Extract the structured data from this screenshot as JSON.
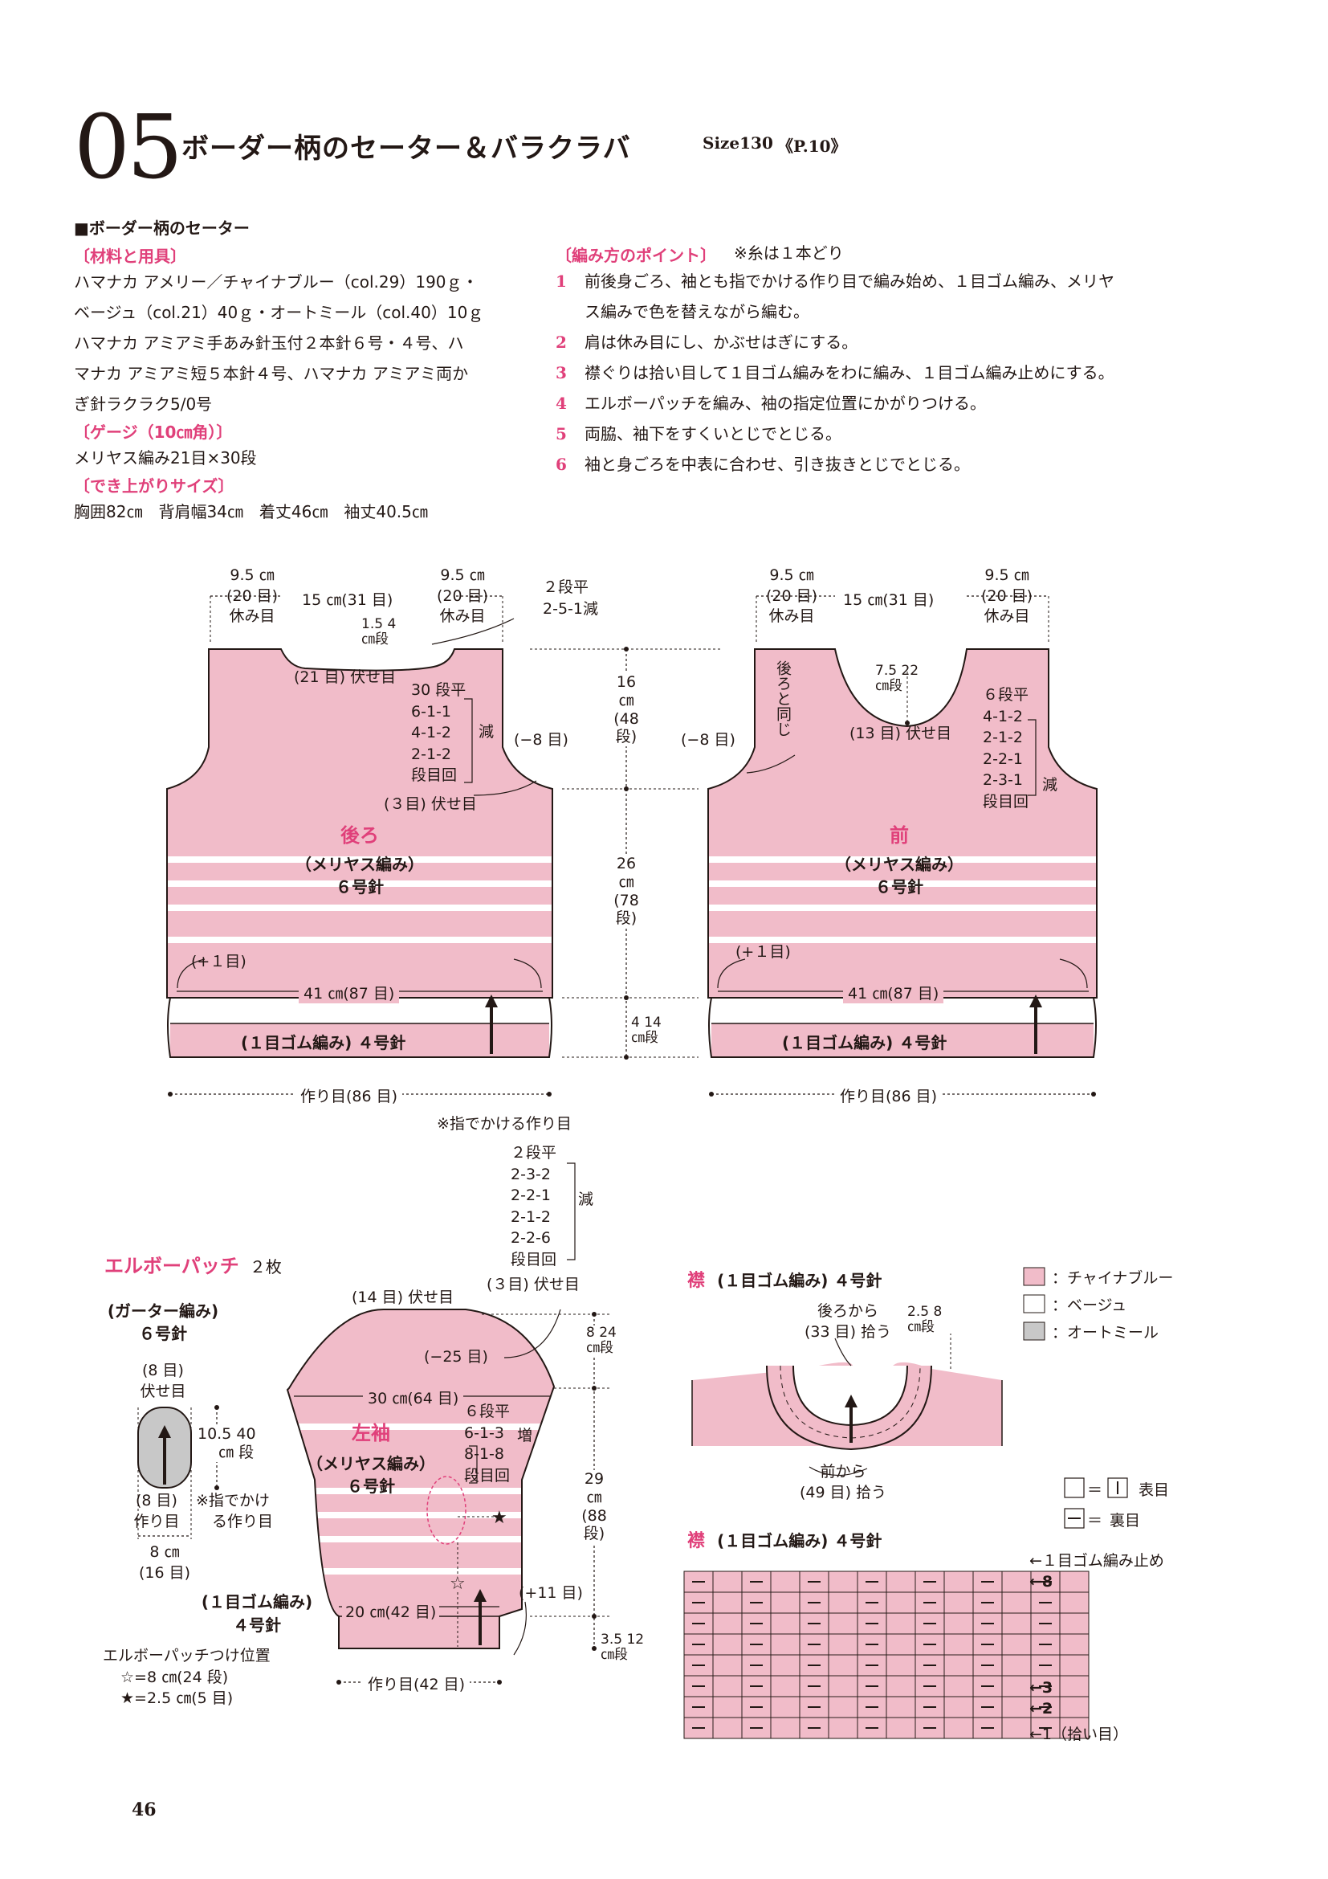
{
  "header": {
    "number": "05",
    "title": "ボーダー柄のセーター＆バラクラバ",
    "size": "Size130",
    "page_ref": "《P.10》"
  },
  "left_col": {
    "heading": "■ボーダー柄のセーター",
    "materials_heading": "〔材料と用具〕",
    "materials": [
      "ハマナカ アメリー／チャイナブルー（col.29）190ｇ・",
      "ベージュ（col.21）40ｇ・オートミール（col.40）10ｇ",
      "ハマナカ アミアミ手あみ針玉付２本針６号・４号、ハ",
      "マナカ アミアミ短５本針４号、ハマナカ アミアミ両か",
      "ぎ針ラクラク5/0号"
    ],
    "gauge_heading": "〔ゲージ（10㎝角）〕",
    "gauge": "メリヤス編み21目×30段",
    "finished_heading": "〔でき上がりサイズ〕",
    "finished": "胸囲82㎝　背肩幅34㎝　着丈46㎝　袖丈40.5㎝"
  },
  "right_col": {
    "heading": "〔編み方のポイント〕",
    "note": "※糸は１本どり",
    "steps": [
      {
        "n": "1",
        "text": "前後身ごろ、袖とも指でかける作り目で編み始め、１目ゴム編み、メリヤ"
      },
      {
        "n": "",
        "text": "ス編みで色を替えながら編む。"
      },
      {
        "n": "2",
        "text": "肩は休み目にし、かぶせはぎにする。"
      },
      {
        "n": "3",
        "text": "襟ぐりは拾い目して１目ゴム編みをわに編み、１目ゴム編み止めにする。"
      },
      {
        "n": "4",
        "text": "エルボーパッチを編み、袖の指定位置にかがりつける。"
      },
      {
        "n": "5",
        "text": "両脇、袖下をすくいとじでとじる。"
      },
      {
        "n": "6",
        "text": "袖と身ごろを中表に合わせ、引き抜きとじでとじる。"
      }
    ]
  },
  "back": {
    "name": "後ろ",
    "stitch": "（メリヤス編み）",
    "needle": "６号針",
    "shoulder_l1": "9.5 ㎝",
    "shoulder_l2": "(20 目)",
    "shoulder_l3": "休み目",
    "neck_w": "15 ㎝(31 目)",
    "shoulder_r1": "9.5 ㎝",
    "shoulder_r2": "(20 目)",
    "shoulder_r3": "休み目",
    "neck_dec1": "２段平",
    "neck_dec2": "2-5-1減",
    "neck_h1": "1.5",
    "neck_h2": "4",
    "neck_h3": "㎝段",
    "bindoff_neck": "(21 目) 伏せ目",
    "armhole": [
      "30 段平",
      "6-1-1",
      "4-1-2",
      "2-1-2",
      "段目回"
    ],
    "armhole_gen": "減",
    "dec_total": "(−8 目)",
    "bindoff_arm": "(３目) 伏せ目",
    "inc": "(+１目)",
    "width": "41 ㎝(87 目)",
    "rib": "(１目ゴム編み) ４号針",
    "cast_on": "作り目(86 目)",
    "cast_on_note": "※指でかける作り目"
  },
  "front": {
    "name": "前",
    "stitch": "（メリヤス編み）",
    "needle": "６号針",
    "shoulder_l1": "9.5 ㎝",
    "shoulder_l2": "(20 目)",
    "shoulder_l3": "休み目",
    "neck_w": "15 ㎝(31 目)",
    "shoulder_r1": "9.5 ㎝",
    "shoulder_r2": "(20 目)",
    "shoulder_r3": "休み目",
    "same_as_back": "後ろと同じ",
    "neck_h1": "7.5",
    "neck_h2": "22",
    "neck_h3": "㎝段",
    "bindoff_neck": "(13 目) 伏せ目",
    "neck_dec": [
      "６段平",
      "4-1-2",
      "2-1-2",
      "2-2-1",
      "2-3-1",
      "段目回"
    ],
    "neck_gen": "減",
    "dec_total": "(−8 目)",
    "inc": "(+１目)",
    "width": "41 ㎝(87 目)",
    "rib": "(１目ゴム編み) ４号針",
    "cast_on": "作り目(86 目)"
  },
  "center_dims": {
    "h1a": "16",
    "h1b": "㎝",
    "h1c": "(48",
    "h1d": "段)",
    "h2a": "26",
    "h2b": "㎝",
    "h2c": "(78",
    "h2d": "段)",
    "h3a": "4",
    "h3b": "14",
    "h3c": "㎝段"
  },
  "sleeve": {
    "name": "左袖",
    "stitch": "（メリヤス編み）",
    "needle": "６号針",
    "cap": [
      "２段平",
      "2-3-2",
      "2-2-1",
      "2-1-2",
      "2-2-6",
      "段目回"
    ],
    "cap_gen": "減",
    "bindoff_top": "(14 目) 伏せ目",
    "bindoff_side": "(３目) 伏せ目",
    "dec_total": "(−25 目)",
    "cap_h1": "8",
    "cap_h2": "24",
    "cap_h3": "㎝段",
    "upper_w": "30 ㎝(64 目)",
    "inc": [
      "６段平",
      "6-1-3",
      "8-1-8",
      "段目回"
    ],
    "inc_gen": "増",
    "body_h1": "29",
    "body_h2": "㎝",
    "body_h3": "(88",
    "body_h4": "段)",
    "inc_total": "(+11 目)",
    "lower_w": "20 ㎝(42 目)",
    "rib1": "(１目ゴム編み)",
    "rib2": "４号針",
    "rib_h1": "3.5",
    "rib_h2": "12",
    "rib_h3": "㎝段",
    "cast_on": "作り目(42 目)",
    "patch_pos": "エルボーパッチつけ位置",
    "star_w": "☆=8 ㎝(24 段)",
    "star_b": "★=2.5 ㎝(5 目)"
  },
  "patch": {
    "title": "エルボーパッチ",
    "count": "２枚",
    "stitch": "(ガーター編み)",
    "needle": "６号針",
    "top1": "(8 目)",
    "top2": "伏せ目",
    "h1": "10.5",
    "h2": "40",
    "h3": "㎝",
    "h4": "段",
    "bottom1": "(8 目)",
    "bottom2": "作り目",
    "note1": "※指でかけ",
    "note2": "る作り目",
    "w1": "8 ㎝",
    "w2": "(16 目)"
  },
  "collar": {
    "title": "襟",
    "sub": "(１目ゴム編み) ４号針",
    "back_pick1": "後ろから",
    "back_pick2": "(33 目) 拾う",
    "front_pick1": "前から",
    "front_pick2": "(49 目) 拾う",
    "h1": "2.5",
    "h2": "8",
    "h3": "㎝段"
  },
  "legend": {
    "items": [
      {
        "label": "：チャイナブルー",
        "color": "#f1bcc9"
      },
      {
        "label": "：ベージュ",
        "color": "#ffffff"
      },
      {
        "label": "：オートミール",
        "color": "#c8c8c8"
      }
    ],
    "knit": "表目",
    "purl": "裏目",
    "knit_sym": "＝",
    "purl_sym": "＝"
  },
  "chart": {
    "title": "襟",
    "sub": "(１目ゴム編み) ４号針",
    "r_top": "←１目ゴム編み止め",
    "r8": "←8",
    "r3": "←3",
    "r2": "←2",
    "r1": "←1（拾い目）"
  },
  "page_number": "46"
}
